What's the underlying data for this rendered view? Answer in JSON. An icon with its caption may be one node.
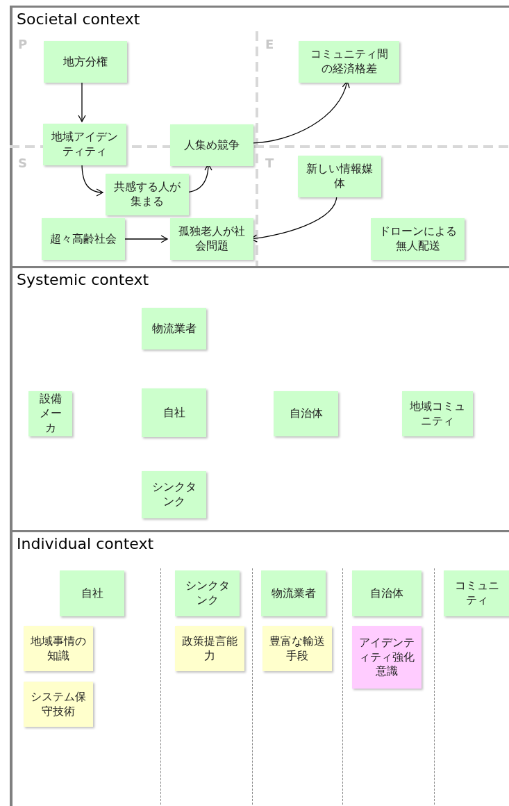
{
  "diagram": {
    "nodes": [
      {
        "text": [
          "Societal context"
        ]
      },
      {
        "text": [
          "P"
        ],
        "in": 0
      },
      {
        "text": [
          "E"
        ],
        "in": 0
      },
      {
        "text": [
          "S"
        ],
        "in": 0
      },
      {
        "text": [
          "T"
        ],
        "in": 0
      },
      {
        "text": [
          "地方分権"
        ],
        "in": 1
      },
      {
        "text": [
          "地域アイデンティティ"
        ],
        "in": 0
      },
      {
        "text": [
          "人集め競争"
        ],
        "in": 0
      },
      {
        "text": [
          "コミュニティ間の経済格差"
        ],
        "in": 2
      },
      {
        "text": [
          "共感する人が集まる"
        ],
        "in": 3
      },
      {
        "text": [
          "超々高齢社会"
        ],
        "in": 3
      },
      {
        "text": [
          "孤独老人が社会問題"
        ],
        "in": 3
      },
      {
        "text": [
          "新しい情報媒体"
        ],
        "in": 4
      },
      {
        "text": [
          "ドローンによる無人配送"
        ],
        "in": 4
      },
      {
        "text": [
          "Systemic context"
        ]
      },
      {
        "text": [
          "物流業者"
        ],
        "in": 14
      },
      {
        "text": [
          "設備メーカ"
        ],
        "in": 14
      },
      {
        "text": [
          "自社"
        ],
        "in": 14
      },
      {
        "text": [
          "自治体"
        ],
        "in": 14
      },
      {
        "text": [
          "地域コミュニティ"
        ],
        "in": 14
      },
      {
        "text": [
          "シンクタンク"
        ],
        "in": 14
      },
      {
        "text": [
          "Individual context"
        ]
      },
      {
        "text": [],
        "shape": "box",
        "in": 21
      },
      {
        "text": [],
        "shape": "box",
        "in": 21
      },
      {
        "text": [],
        "shape": "box",
        "in": 21
      },
      {
        "text": [],
        "shape": "box",
        "in": 21
      },
      {
        "text": [],
        "shape": "box",
        "in": 21
      },
      {
        "text": [
          "自社"
        ],
        "in": 22
      },
      {
        "text": [
          "地域事情の知識"
        ],
        "in": 22
      },
      {
        "text": [
          "システム保守技術"
        ],
        "in": 22
      },
      {
        "text": [
          "シンクタンク"
        ],
        "in": 23
      },
      {
        "text": [
          "政策提言能力"
        ],
        "in": 23
      },
      {
        "text": [
          "物流業者"
        ],
        "in": 24
      },
      {
        "text": [
          "豊富な輸送手段"
        ],
        "in": 24
      },
      {
        "text": [
          "自治体"
        ],
        "in": 25
      },
      {
        "text": [
          "アイデンティティ強化意識"
        ],
        "in": 25
      },
      {
        "text": [
          "コミュニティ"
        ],
        "in": 26
      }
    ],
    "edges": [
      {
        "from": 5,
        "to": 6,
        "arrow": "to"
      },
      {
        "from": 6,
        "to": 9,
        "arrow": "to"
      },
      {
        "from": 9,
        "to": 7,
        "arrow": "to"
      },
      {
        "from": 7,
        "to": 8,
        "arrow": "to"
      },
      {
        "from": 10,
        "to": 11,
        "arrow": "to"
      },
      {
        "from": 12,
        "to": 11,
        "arrow": "to"
      }
    ]
  }
}
